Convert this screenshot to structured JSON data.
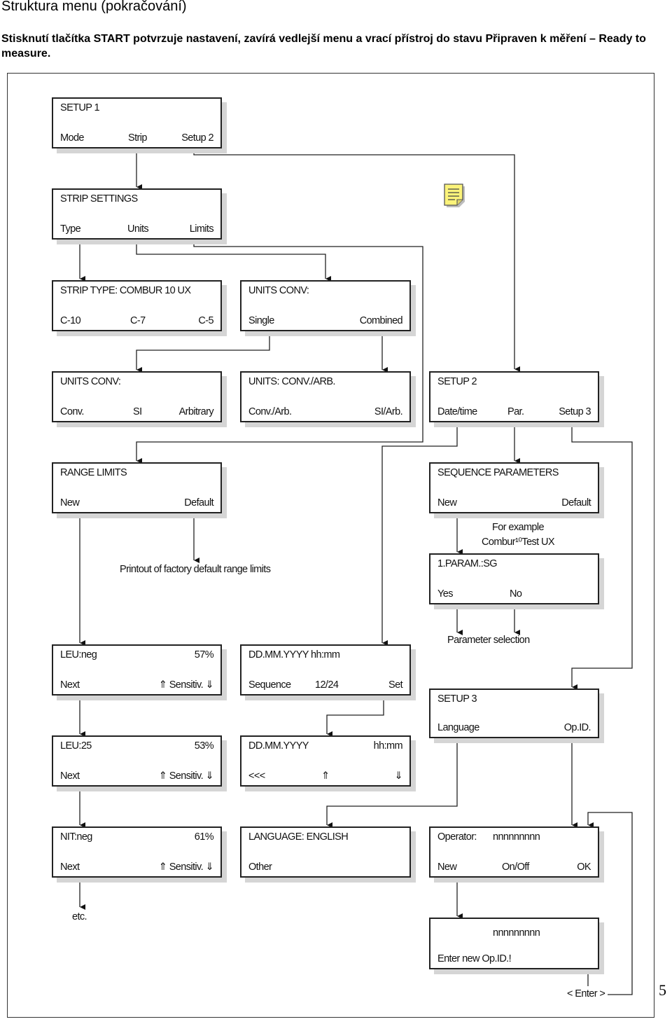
{
  "header": {
    "title": "Struktura menu (pokračování)",
    "subtitle": "Stisknutí tlačítka START potvrzuje nastavení, zavírá vedlejší menu a vrací přístroj do stavu Připraven k měření – Ready to measure."
  },
  "page_number": "5",
  "icons": {
    "note": "note-icon"
  },
  "boxes": {
    "setup1": {
      "title": "SETUP 1",
      "opt1": "Mode",
      "opt2": "Strip",
      "opt3": "Setup 2"
    },
    "strip_settings": {
      "title": "STRIP SETTINGS",
      "opt1": "Type",
      "opt2": "Units",
      "opt3": "Limits"
    },
    "strip_type": {
      "title": "STRIP TYPE: COMBUR 10 UX",
      "opt1": "C-10",
      "opt2": "C-7",
      "opt3": "C-5"
    },
    "units_conv_top": {
      "title": "UNITS CONV:",
      "opt1": "Single",
      "opt3": "Combined"
    },
    "units_conv": {
      "title": "UNITS CONV:",
      "opt1": "Conv.",
      "opt2": "SI",
      "opt3": "Arbitrary"
    },
    "units_conv_arb": {
      "title": "UNITS: CONV./ARB.",
      "opt1": "Conv./Arb.",
      "opt3": "SI/Arb."
    },
    "setup2": {
      "title": "SETUP 2",
      "opt1": "Date/time",
      "opt2": "Par.",
      "opt3": "Setup 3"
    },
    "range_limits": {
      "title": "RANGE LIMITS",
      "opt1": "New",
      "opt3": "Default"
    },
    "sequence_params": {
      "title": "SEQUENCE PARAMETERS",
      "opt1": "New",
      "opt3": "Default"
    },
    "param1": {
      "title": "1.PARAM.:SG",
      "opt1": "Yes",
      "opt2": "No"
    },
    "leu_neg": {
      "title": "LEU:neg",
      "value": "57%",
      "opt1": "Next",
      "opt3": "⇑  Sensitiv.  ⇓"
    },
    "datetime1": {
      "title": "DD.MM.YYYY  hh:mm",
      "opt1": "Sequence",
      "opt2": "12/24",
      "opt3": "Set"
    },
    "setup3": {
      "title": "SETUP 3",
      "opt1": "Language",
      "opt3": "Op.ID."
    },
    "leu_25": {
      "title": "LEU:25",
      "value": "53%",
      "opt1": "Next",
      "opt3": "⇑  Sensitiv.  ⇓"
    },
    "datetime2": {
      "title": "DD.MM.YYYY",
      "value": "hh:mm",
      "opt1": "<<<",
      "opt2": "⇑",
      "opt3": "⇓"
    },
    "nit_neg": {
      "title": "NIT:neg",
      "value": "61%",
      "opt1": "Next",
      "opt3": "⇑  Sensitiv.  ⇓"
    },
    "language": {
      "title": "LANGUAGE: ENGLISH",
      "opt1": "Other"
    },
    "operator": {
      "title": "Operator:",
      "value": "nnnnnnnnn",
      "opt1": "New",
      "opt2": "On/Off",
      "opt3": "OK"
    },
    "new_opid": {
      "title": "nnnnnnnnn",
      "opt1": "Enter new Op.ID.!"
    }
  },
  "notes": {
    "factory_default": "Printout of factory default range limits",
    "for_example_1": "For example",
    "for_example_2": "Combur¹⁰Test UX",
    "param_selection": "Parameter selection",
    "etc": "etc.",
    "enter": "< Enter >"
  }
}
